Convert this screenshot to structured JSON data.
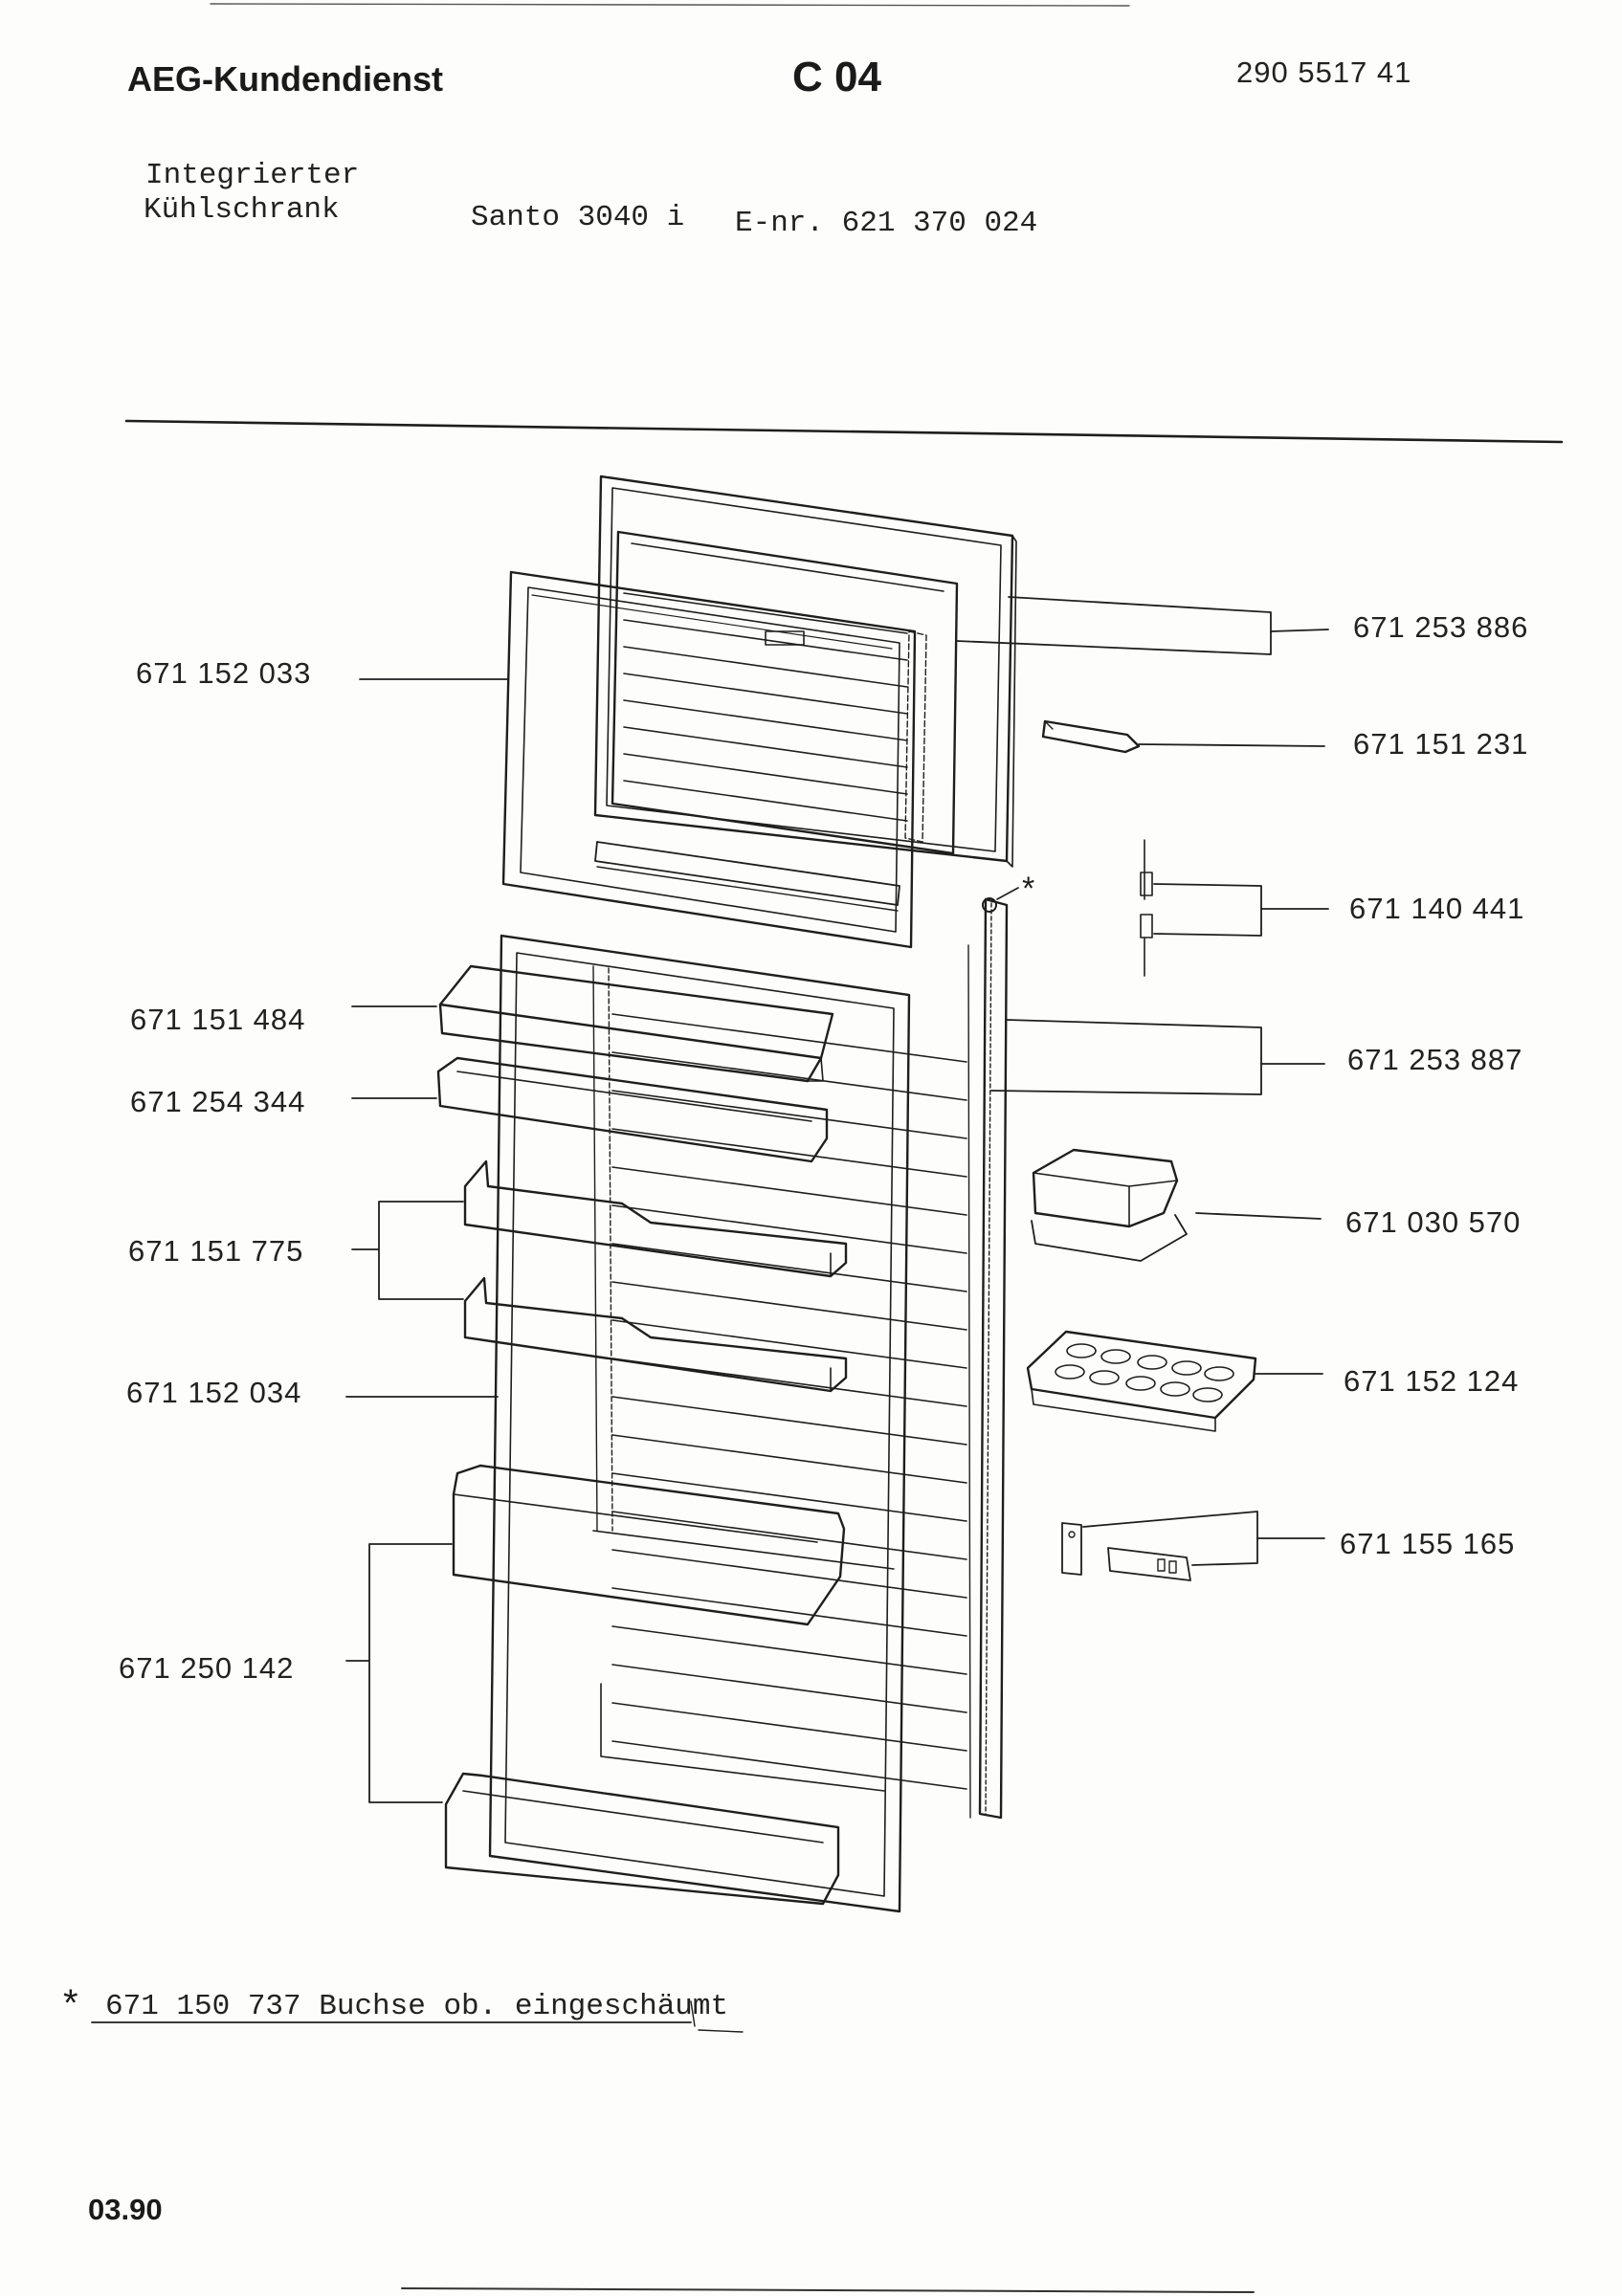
{
  "header": {
    "brand": "AEG-Kundendienst",
    "section_code": "C 04",
    "doc_number": "290 5517 41"
  },
  "product": {
    "type_line1": "Integrierter",
    "type_line2": "Kühlschrank",
    "model": "Santo 3040 i",
    "enr": "E-nr. 621 370 024"
  },
  "parts": {
    "p1": "671 152 033",
    "p2": "671 151 484",
    "p3": "671 254 344",
    "p4": "671 151 775",
    "p5": "671 152 034",
    "p6": "671 250 142",
    "p7": "671 253 886",
    "p8": "671 151 231",
    "p9": "671 140 441",
    "p10": "671 253 887",
    "p11": "671 030 570",
    "p12": "671 152 124",
    "p13": "671 155 165"
  },
  "footnote": {
    "marker": "*",
    "text": "671 150 737 Buchse ob. eingeschäumt"
  },
  "footer": {
    "date": "03.90"
  }
}
